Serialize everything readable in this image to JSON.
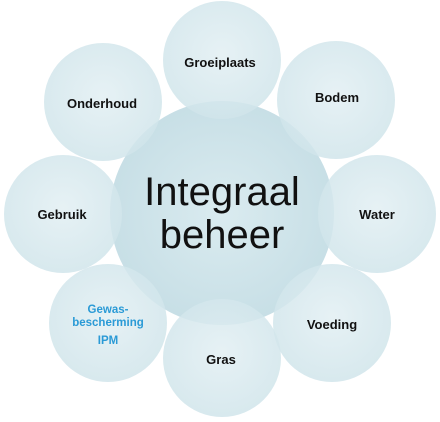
{
  "center": {
    "line1": "Integraal",
    "line2": "beheer"
  },
  "nodes": [
    {
      "id": "groeiplaats",
      "label": "Groeiplaats"
    },
    {
      "id": "bodem",
      "label": "Bodem"
    },
    {
      "id": "water",
      "label": "Water"
    },
    {
      "id": "voeding",
      "label": "Voeding"
    },
    {
      "id": "gras",
      "label": "Gras"
    },
    {
      "id": "gewasbescherming",
      "line1": "Gewas-",
      "line2": "bescherming",
      "line3": "IPM"
    },
    {
      "id": "gebruik",
      "label": "Gebruik"
    },
    {
      "id": "onderhoud",
      "label": "Onderhoud"
    }
  ],
  "colors": {
    "circle_fill": "#d2e6ec",
    "circle_edge": "#c2dce4",
    "center_fill": "#c9e1e8",
    "text": "#111111",
    "accent_text": "#2a9ad6"
  }
}
